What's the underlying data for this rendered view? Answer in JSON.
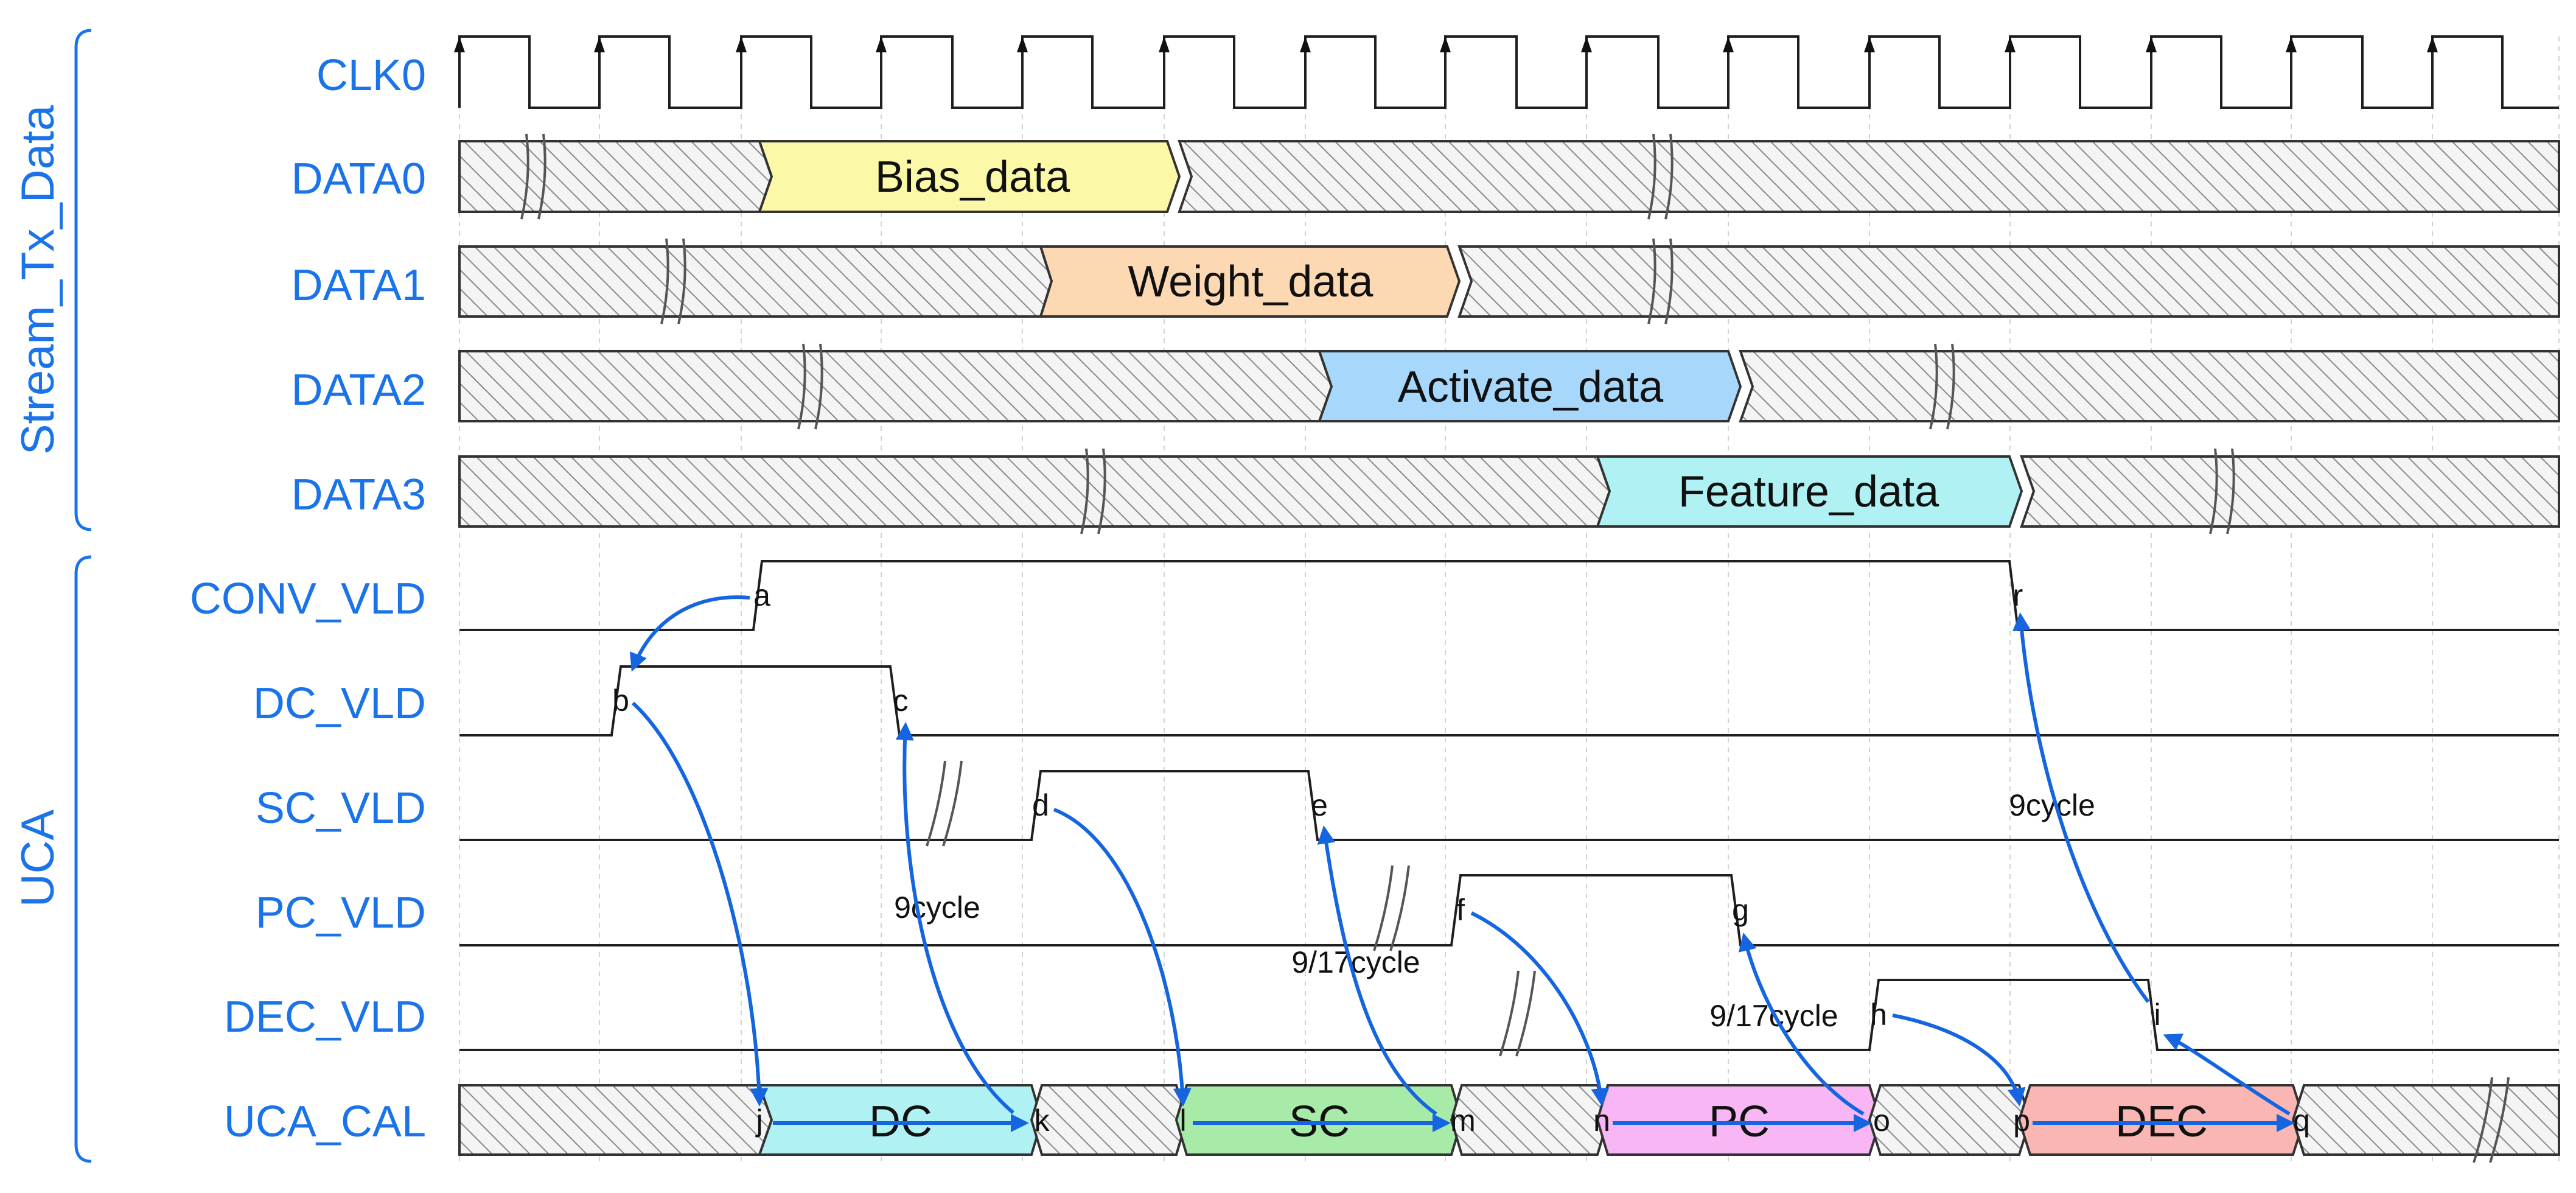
{
  "groups": {
    "top": "Stream_Tx_Data",
    "bottom": "UCA"
  },
  "signals": [
    "CLK0",
    "DATA0",
    "DATA1",
    "DATA2",
    "DATA3",
    "CONV_VLD",
    "DC_VLD",
    "SC_VLD",
    "PC_VLD",
    "DEC_VLD",
    "UCA_CAL"
  ],
  "segments": {
    "bias": "Bias_data",
    "weight": "Weight_data",
    "activate": "Activate_data",
    "feature": "Feature_data",
    "dc": "DC",
    "sc": "SC",
    "pc": "PC",
    "dec": "DEC"
  },
  "points": {
    "a": "a",
    "b": "b",
    "c": "c",
    "d": "d",
    "e": "e",
    "f": "f",
    "g": "g",
    "h": "h",
    "i": "i",
    "j": "j",
    "k": "k",
    "l": "l",
    "m": "m",
    "n": "n",
    "o": "o",
    "p": "p",
    "q": "q",
    "r": "r"
  },
  "annotations": {
    "dc_cycles": "9cycle",
    "sc_cycles": "9/17cycle",
    "pc_cycles": "9/17cycle",
    "dec_cycles": "9cycle"
  },
  "colors": {
    "label": "#1a73e8",
    "arrow": "#1565e0",
    "bias": "#fbf8a8",
    "weight": "#fcd9b2",
    "activate": "#a7d8fb",
    "feature": "#b0f2f4",
    "dc": "#b0f2f4",
    "sc": "#a8eba8",
    "pc": "#f8b7f4",
    "dec": "#f9b6b2"
  }
}
